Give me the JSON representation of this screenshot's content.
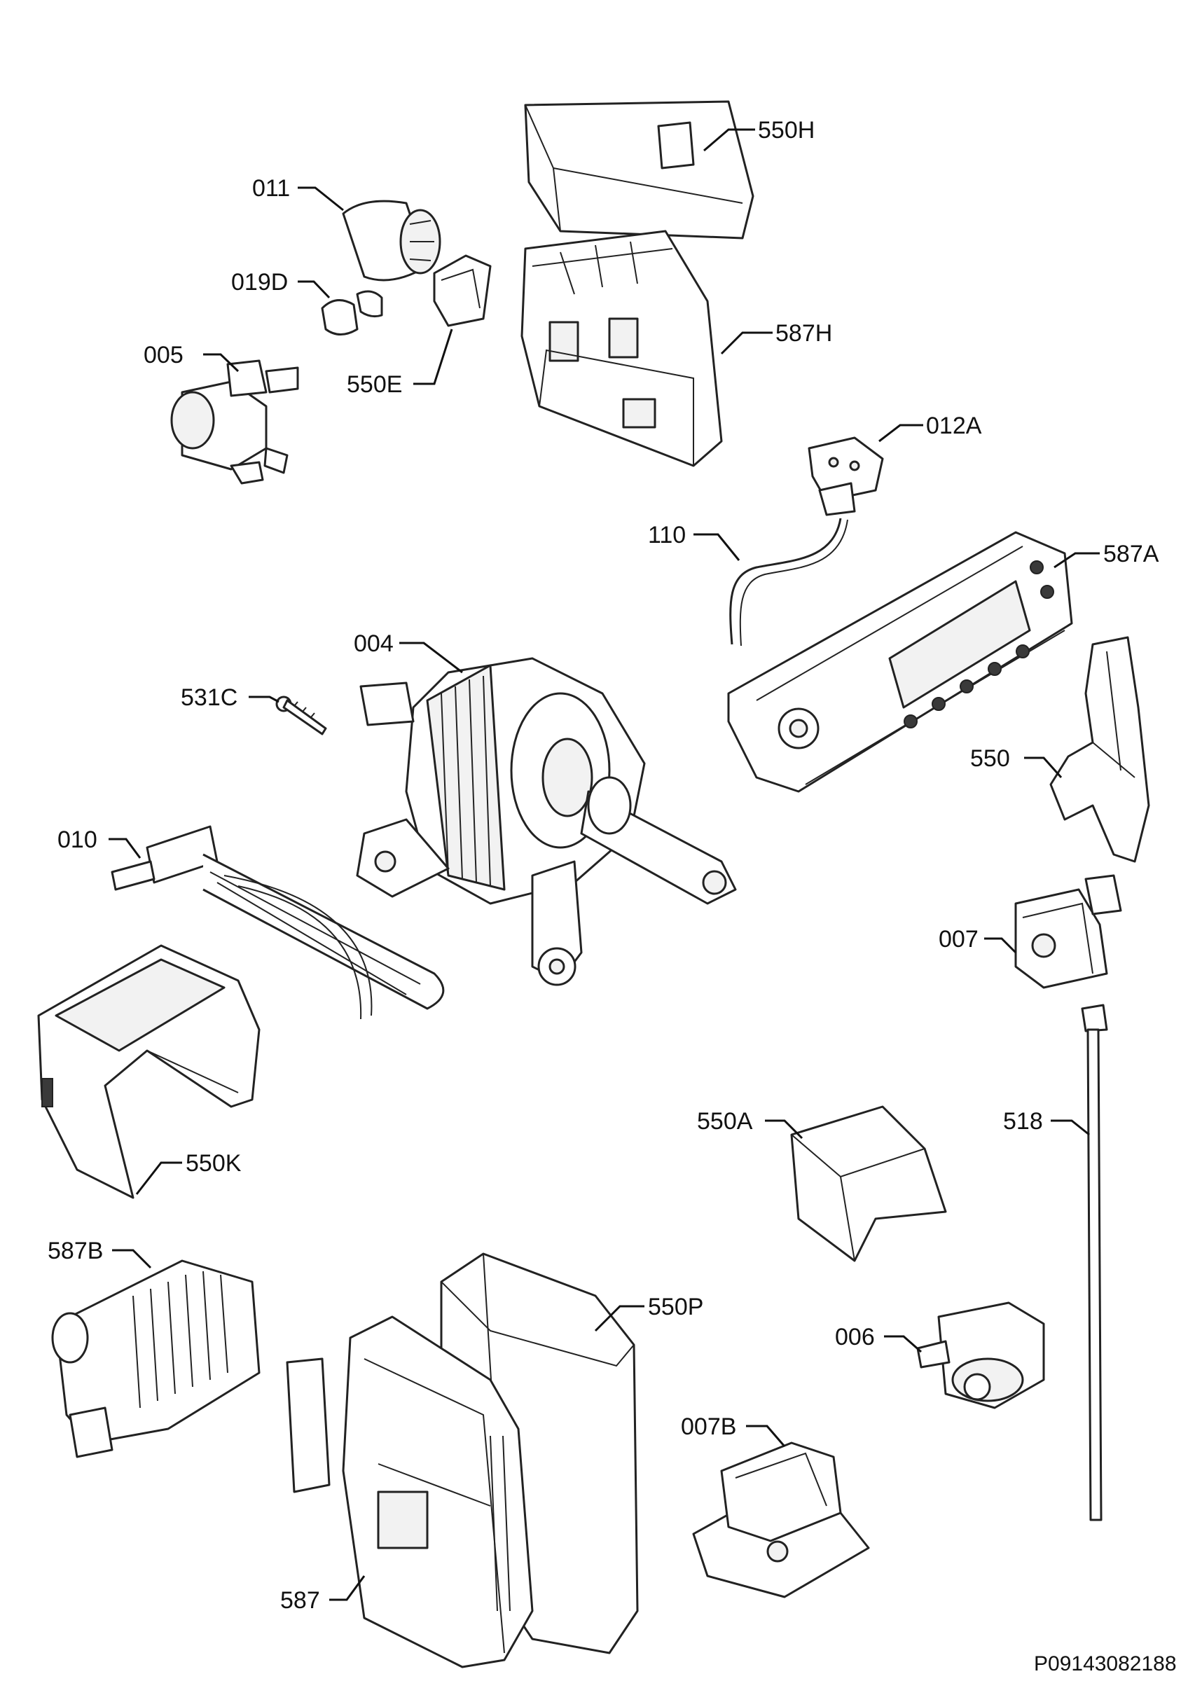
{
  "callouts": {
    "p550H": "550H",
    "p011": "011",
    "p019D": "019D",
    "p005": "005",
    "p550E": "550E",
    "p587H": "587H",
    "p012A": "012A",
    "p110": "110",
    "p587A": "587A",
    "p004": "004",
    "p531C": "531C",
    "p550": "550",
    "p010": "010",
    "p007": "007",
    "p550A": "550A",
    "p518": "518",
    "p550K": "550K",
    "p587B": "587B",
    "p550P": "550P",
    "p006": "006",
    "p007B": "007B",
    "p587": "587"
  },
  "document_number": "P09143082188"
}
